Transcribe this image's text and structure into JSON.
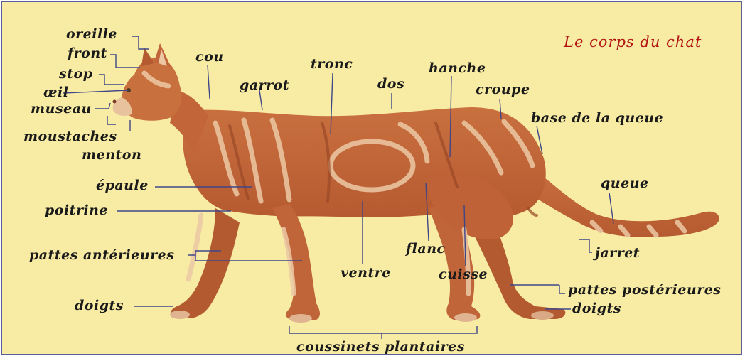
{
  "title": "Le corps du chat",
  "colors": {
    "background": "#f8eca4",
    "border": "#5a5f9a",
    "leader_lines": "#3f4688",
    "title": "#b21414",
    "label_text": "#1a1a1a",
    "fur_base": "#c5673b",
    "fur_stripes_light": "#ecc9a4",
    "fur_stripes_dark": "#9a4826"
  },
  "labels": {
    "oreille": "oreille",
    "front": "front",
    "stop": "stop",
    "oeil": "œil",
    "museau": "museau",
    "moustaches": "moustaches",
    "menton": "menton",
    "cou": "cou",
    "garrot": "garrot",
    "tronc": "tronc",
    "dos": "dos",
    "hanche": "hanche",
    "croupe": "croupe",
    "base_queue": "base de la queue",
    "queue": "queue",
    "epaule": "épaule",
    "poitrine": "poitrine",
    "pattes_anterieures": "pattes antérieures",
    "doigts_avant": "doigts",
    "ventre": "ventre",
    "flanc": "flanc",
    "cuisse": "cuisse",
    "jarret": "jarret",
    "pattes_posterieures": "pattes postérieures",
    "doigts_arriere": "doigts",
    "coussinets": "coussinets plantaires"
  }
}
